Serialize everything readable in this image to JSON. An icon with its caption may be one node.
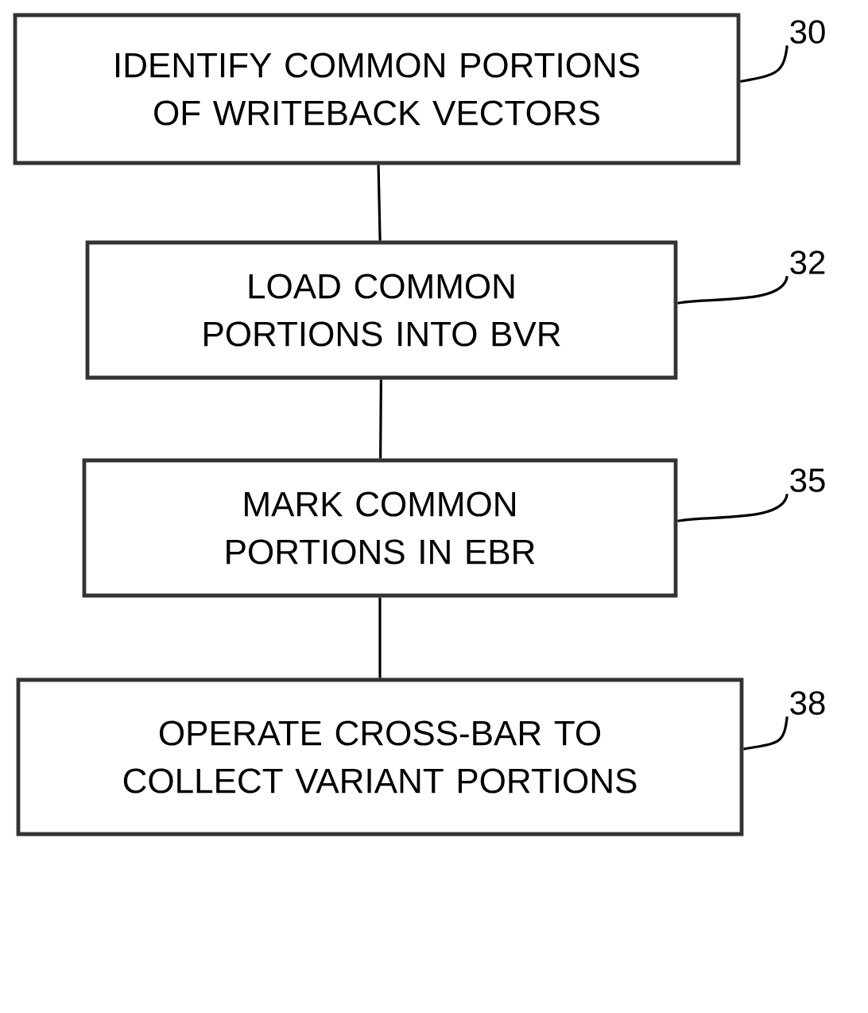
{
  "diagram": {
    "nodes": [
      {
        "text": [
          "IDENTIFY COMMON PORTIONS OF WRITEBACK VECTORS"
        ]
      },
      {
        "text": [
          "LOAD COMMON PORTIONS INTO BVR"
        ]
      },
      {
        "text": [
          "MARK COMMON PORTIONS IN EBR"
        ]
      },
      {
        "text": [
          "OPERATE CROSS-BAR TO COLLECT VARIANT PORTIONS"
        ]
      },
      {
        "text": [
          "30"
        ]
      },
      {
        "text": [
          "32"
        ]
      },
      {
        "text": [
          "35"
        ]
      },
      {
        "text": [
          "38"
        ]
      }
    ],
    "edges": [
      {
        "from": 0,
        "to": 1,
        "arrow": "none"
      },
      {
        "from": 1,
        "to": 2,
        "arrow": "none"
      },
      {
        "from": 2,
        "to": 3,
        "arrow": "none"
      },
      {
        "from": 4,
        "to": 0,
        "arrow": "none"
      },
      {
        "from": 5,
        "to": 1,
        "arrow": "none"
      },
      {
        "from": 6,
        "to": 2,
        "arrow": "none"
      },
      {
        "from": 7,
        "to": 3,
        "arrow": "none"
      }
    ]
  }
}
